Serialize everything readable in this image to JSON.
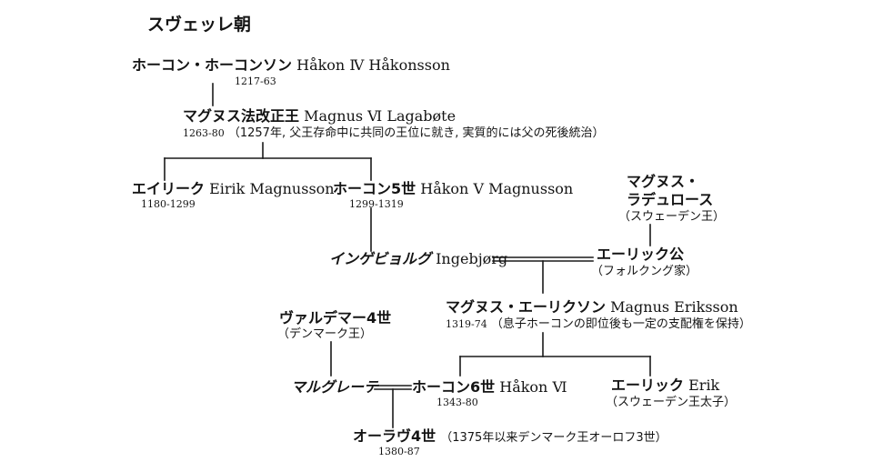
{
  "title": "スヴェッレ朝",
  "people": {
    "hakon4": {
      "jp": "ホーコン・ホーコンソン",
      "lat": "Håkon Ⅳ Håkonsson",
      "years": "1217-63"
    },
    "magnus6": {
      "jp": "マグヌス法改正王",
      "lat": "Magnus Ⅵ Lagabøte",
      "years": "1263-80",
      "note": "（1257年, 父王存命中に共同の王位に就き, 実質的には父の死後統治）"
    },
    "eirik": {
      "jp": "エイリーク",
      "lat": "Eirik Magnusson",
      "years": "1180-1299"
    },
    "hakon5": {
      "jp": "ホーコン5世",
      "lat": "Håkon Ⅴ Magnusson",
      "years": "1299-1319"
    },
    "magnus_ladulas": {
      "jp1": "マグヌス・",
      "jp2": "ラデュロース",
      "role": "（スウェーデン王）"
    },
    "ingebjorg": {
      "jp": "インゲビョルグ",
      "lat": "Ingebjørg"
    },
    "erik_duke": {
      "jp": "エーリック公",
      "role": "（フォルクング家）"
    },
    "magnus_eriksson": {
      "jp": "マグヌス・エーリクソン",
      "lat": "Magnus Eriksson",
      "years": "1319-74",
      "note": "（息子ホーコンの即位後も一定の支配権を保持）"
    },
    "valdemar4": {
      "jp": "ヴァルデマー4世",
      "role": "（デンマーク王）"
    },
    "margrete": {
      "jp": "マルグレーテ"
    },
    "hakon6": {
      "jp": "ホーコン6世",
      "lat": "Håkon Ⅵ",
      "years": "1343-80"
    },
    "erik": {
      "jp": "エーリック",
      "lat": "Erik",
      "role": "（スウェーデン王太子）"
    },
    "olav4": {
      "jp": "オーラヴ4世",
      "years": "1380-87",
      "note": "（1375年以来デンマーク王オーロフ3世）"
    }
  }
}
